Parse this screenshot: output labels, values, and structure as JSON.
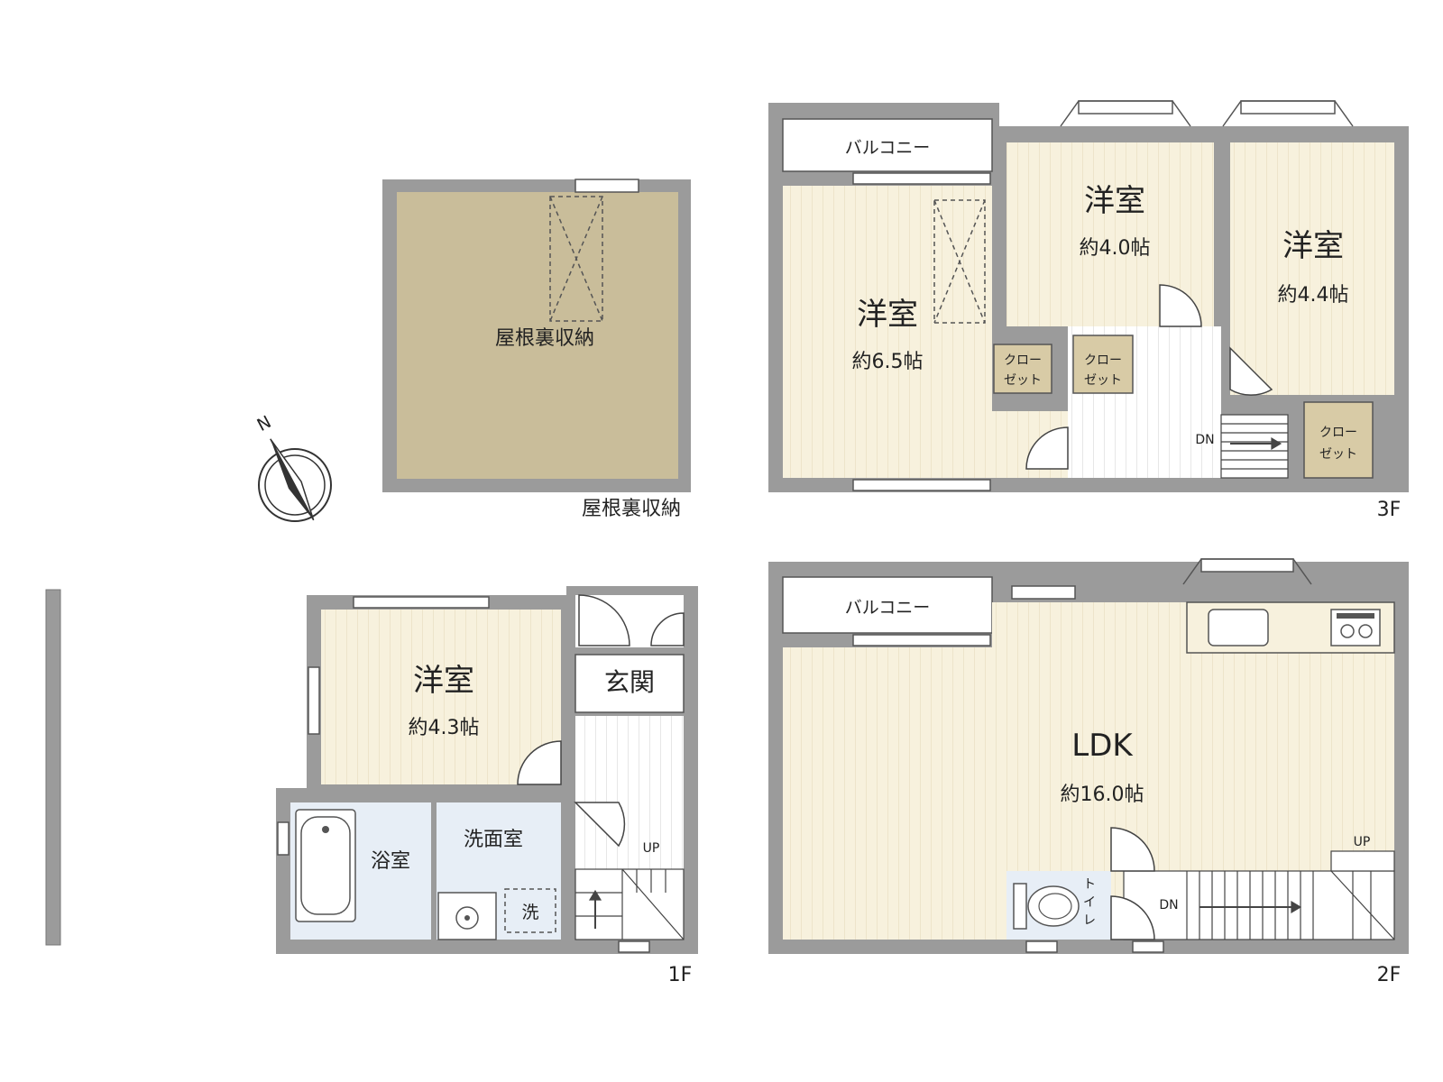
{
  "floor_labels": {
    "attic": "屋根裏収納",
    "f3": "3F",
    "f2": "2F",
    "f1": "1F"
  },
  "compass": {
    "north": "N"
  },
  "attic": {
    "room": "屋根裏収納"
  },
  "floor3": {
    "balcony": "バルコニー",
    "room_a": {
      "name": "洋室",
      "size": "約6.5帖"
    },
    "room_b": {
      "name": "洋室",
      "size": "約4.0帖"
    },
    "room_c": {
      "name": "洋室",
      "size": "約4.4帖"
    },
    "closet1": [
      "クロー",
      "ゼット"
    ],
    "closet2": [
      "クロー",
      "ゼット"
    ],
    "closet3": [
      "クロー",
      "ゼット"
    ],
    "stairs": "DN"
  },
  "floor2": {
    "balcony": "バルコニー",
    "ldk": {
      "name": "LDK",
      "size": "約16.0帖"
    },
    "toilet": [
      "ト",
      "イ",
      "レ"
    ],
    "stairs_dn": "DN",
    "stairs_up": "UP"
  },
  "floor1": {
    "room": {
      "name": "洋室",
      "size": "約4.3帖"
    },
    "entrance": "玄関",
    "bath": "浴室",
    "washroom": "洗面室",
    "washer": "洗",
    "stairs_up": "UP"
  },
  "colors": {
    "wall": "#9b9b9b",
    "wall_dark": "#7a7a7a",
    "attic_floor": "#c9bd9a",
    "wood_floor": "#f7f1dd",
    "wood_line": "#e3d8b8",
    "wet_floor": "#e7eef6",
    "closet": "#d8cba6",
    "white": "#ffffff"
  }
}
